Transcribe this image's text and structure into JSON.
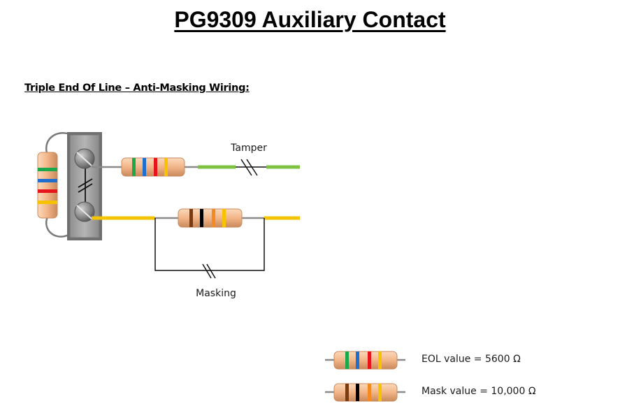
{
  "title": "PG9309 Auxiliary Contact",
  "subtitle": "Triple End Of Line – Anti-Masking Wiring:",
  "diagram": {
    "tamper_label": "Tamper",
    "masking_label": "Masking",
    "components": {
      "terminal_block": "terminal-block-with-two-screws",
      "contact_symbol": "normally-closed-contact",
      "tamper_wire_color": "#7dc242",
      "mask_wire_color": "#f5c400"
    }
  },
  "resistors": {
    "eol": {
      "bands": [
        "#1aa84a",
        "#1f6fd1",
        "#e8141b",
        "#f7c200"
      ],
      "band_names": [
        "green",
        "blue",
        "red",
        "gold"
      ]
    },
    "mask": {
      "bands": [
        "#7a3b10",
        "#000000",
        "#f58a1f",
        "#f7c200"
      ],
      "band_names": [
        "brown",
        "black",
        "orange",
        "gold"
      ]
    },
    "body_color": "#f0b487"
  },
  "legend": [
    {
      "label": "EOL value = 5600 Ω",
      "resistor": "eol"
    },
    {
      "label": "Mask value = 10,000 Ω",
      "resistor": "mask"
    }
  ]
}
